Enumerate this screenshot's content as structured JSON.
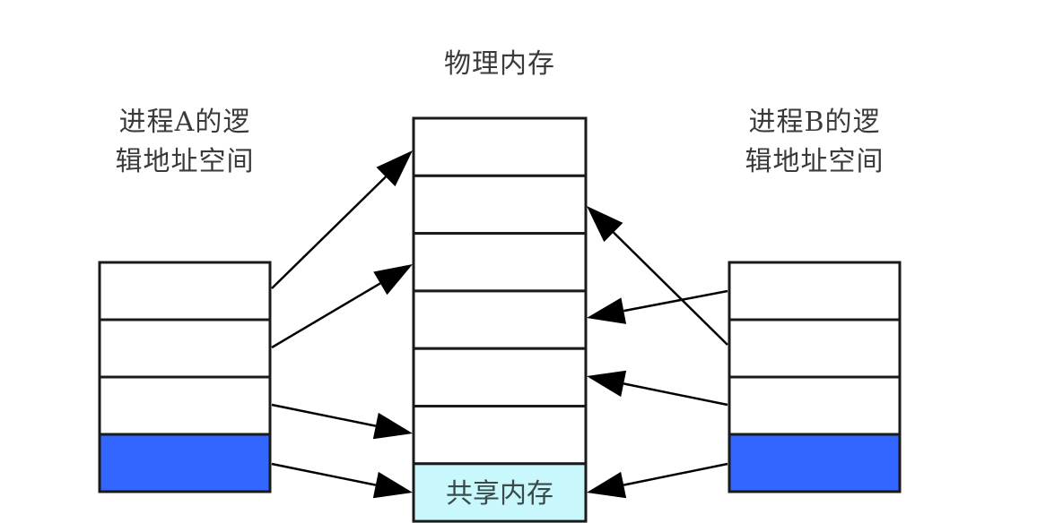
{
  "diagram": {
    "type": "memory-mapping",
    "physical_memory": {
      "title": "物理内存",
      "blocks": [
        {
          "index": 0,
          "label": "",
          "kind": "normal"
        },
        {
          "index": 1,
          "label": "",
          "kind": "normal"
        },
        {
          "index": 2,
          "label": "",
          "kind": "normal"
        },
        {
          "index": 3,
          "label": "",
          "kind": "normal"
        },
        {
          "index": 4,
          "label": "",
          "kind": "normal"
        },
        {
          "index": 5,
          "label": "",
          "kind": "normal"
        },
        {
          "index": 6,
          "label": "共享内存",
          "kind": "shared"
        }
      ]
    },
    "process_a": {
      "title_line1": "进程A的逻",
      "title_line2": "辑地址空间",
      "blocks": [
        {
          "index": 0,
          "kind": "normal",
          "maps_to": 0
        },
        {
          "index": 1,
          "kind": "normal",
          "maps_to": 2
        },
        {
          "index": 2,
          "kind": "normal",
          "maps_to": 5
        },
        {
          "index": 3,
          "kind": "shared",
          "maps_to": 6
        }
      ]
    },
    "process_b": {
      "title_line1": "进程B的逻",
      "title_line2": "辑地址空间",
      "blocks": [
        {
          "index": 0,
          "kind": "normal",
          "maps_to": 3
        },
        {
          "index": 1,
          "kind": "normal",
          "maps_to": 1
        },
        {
          "index": 2,
          "kind": "normal",
          "maps_to": 4
        },
        {
          "index": 3,
          "kind": "shared",
          "maps_to": 6
        }
      ]
    },
    "colors": {
      "stroke": "#1a1a1a",
      "normal_fill": "#ffffff",
      "process_shared_fill": "#3366ff",
      "physical_shared_fill": "#c8f8fc",
      "arrow": "#000000"
    }
  }
}
